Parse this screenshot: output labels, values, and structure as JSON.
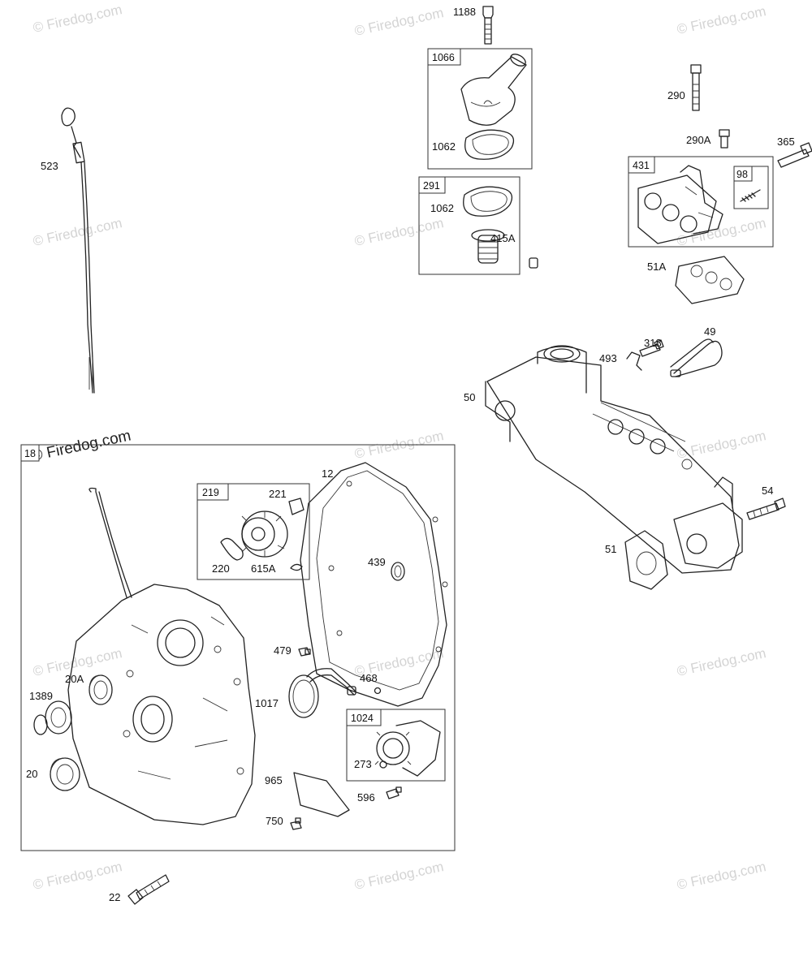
{
  "watermark": {
    "text": "© Firedog.com",
    "prominent_text": "© Firedog.com"
  },
  "callouts": {
    "p1188": "1188",
    "p1066": "1066",
    "p1062a": "1062",
    "p291": "291",
    "p1062b": "1062",
    "p290": "290",
    "p290A": "290A",
    "p365": "365",
    "p431": "431",
    "p98": "98",
    "p51A": "51A",
    "p523": "523",
    "p415A": "415A",
    "p318": "318",
    "p49": "49",
    "p493": "493",
    "p50": "50",
    "p54": "54",
    "p51": "51",
    "p18": "18",
    "p12": "12",
    "p219": "219",
    "p221": "221",
    "p220": "220",
    "p615A": "615A",
    "p439": "439",
    "p479": "479",
    "p468": "468",
    "p1017": "1017",
    "p20A": "20A",
    "p1389": "1389",
    "p20": "20",
    "p1024": "1024",
    "p273": "273",
    "p965": "965",
    "p596": "596",
    "p750": "750",
    "p22": "22"
  }
}
